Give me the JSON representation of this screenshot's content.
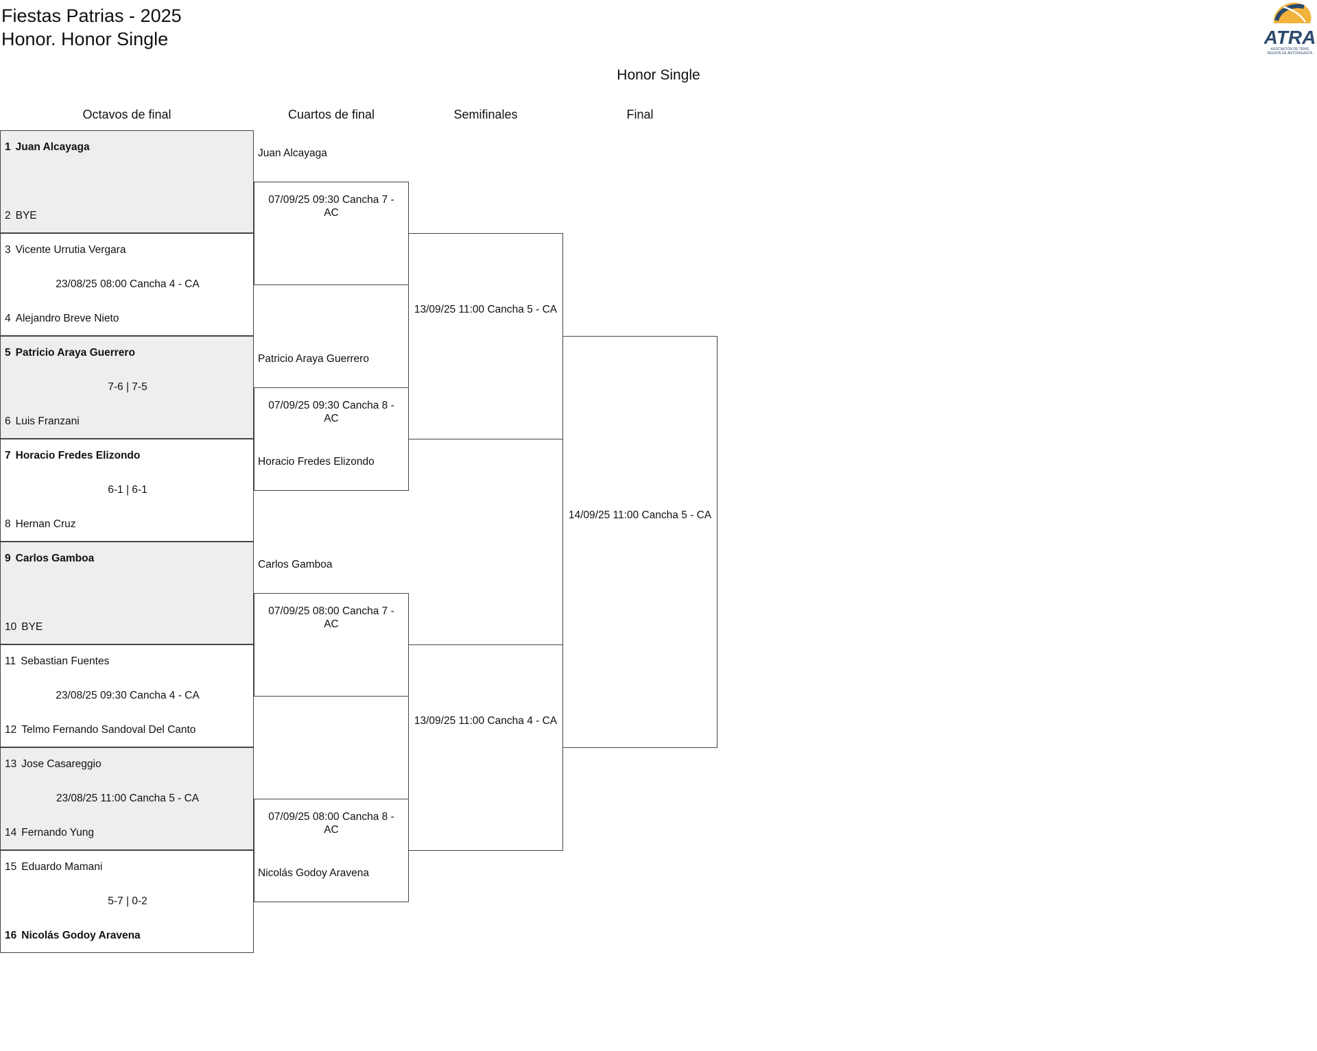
{
  "header": {
    "title_line1": "Fiestas Patrias - 2025",
    "title_line2": "Honor. Honor Single",
    "logo_text": "ATRA",
    "logo_subtext": "ASOCIACIÓN DE TENIS REGIÓN DE ANTOFAGASTA"
  },
  "bracket": {
    "title": "Honor Single",
    "rounds": [
      "Octavos de final",
      "Cuartos de final",
      "Semifinales",
      "Final"
    ],
    "round_of_16": [
      {
        "p1_seed": "1",
        "p1": "Juan Alcayaga",
        "p2_seed": "2",
        "p2": "BYE",
        "info": "",
        "winner": 1
      },
      {
        "p1_seed": "3",
        "p1": "Vicente Urrutia Vergara",
        "p2_seed": "4",
        "p2": "Alejandro Breve Nieto",
        "info": "23/08/25 08:00 Cancha 4 - CA",
        "winner": 0
      },
      {
        "p1_seed": "5",
        "p1": "Patricio Araya Guerrero",
        "p2_seed": "6",
        "p2": "Luis Franzani",
        "info": "7-6 | 7-5",
        "winner": 1
      },
      {
        "p1_seed": "7",
        "p1": "Horacio Fredes Elizondo",
        "p2_seed": "8",
        "p2": "Hernan Cruz",
        "info": "6-1 | 6-1",
        "winner": 1
      },
      {
        "p1_seed": "9",
        "p1": "Carlos Gamboa",
        "p2_seed": "10",
        "p2": "BYE",
        "info": "",
        "winner": 1
      },
      {
        "p1_seed": "11",
        "p1": "Sebastian Fuentes",
        "p2_seed": "12",
        "p2": "Telmo Fernando Sandoval Del Canto",
        "info": "23/08/25 09:30 Cancha 4 - CA",
        "winner": 0
      },
      {
        "p1_seed": "13",
        "p1": "Jose Casareggio",
        "p2_seed": "14",
        "p2": "Fernando Yung",
        "info": "23/08/25 11:00 Cancha 5 - CA",
        "winner": 0
      },
      {
        "p1_seed": "15",
        "p1": "Eduardo Mamani",
        "p2_seed": "16",
        "p2": "Nicolás Godoy Aravena",
        "info": "5-7 | 0-2",
        "winner": 2
      }
    ],
    "quarterfinals": [
      {
        "top": "Juan Alcayaga",
        "schedule": "07/09/25 09:30 Cancha 7 - AC",
        "bottom": ""
      },
      {
        "top": "Patricio Araya Guerrero",
        "schedule": "07/09/25 09:30 Cancha 8 - AC",
        "bottom": "Horacio Fredes Elizondo"
      },
      {
        "top": "Carlos Gamboa",
        "schedule": "07/09/25 08:00 Cancha 7 - AC",
        "bottom": ""
      },
      {
        "top": "",
        "schedule": "07/09/25 08:00 Cancha 8 - AC",
        "bottom": "Nicolás Godoy Aravena"
      }
    ],
    "semifinals": [
      {
        "schedule": "13/09/25 11:00 Cancha 5 - CA"
      },
      {
        "schedule": "13/09/25 11:00 Cancha 4 - CA"
      }
    ],
    "final": {
      "schedule": "14/09/25 11:00 Cancha 5 - CA"
    }
  }
}
